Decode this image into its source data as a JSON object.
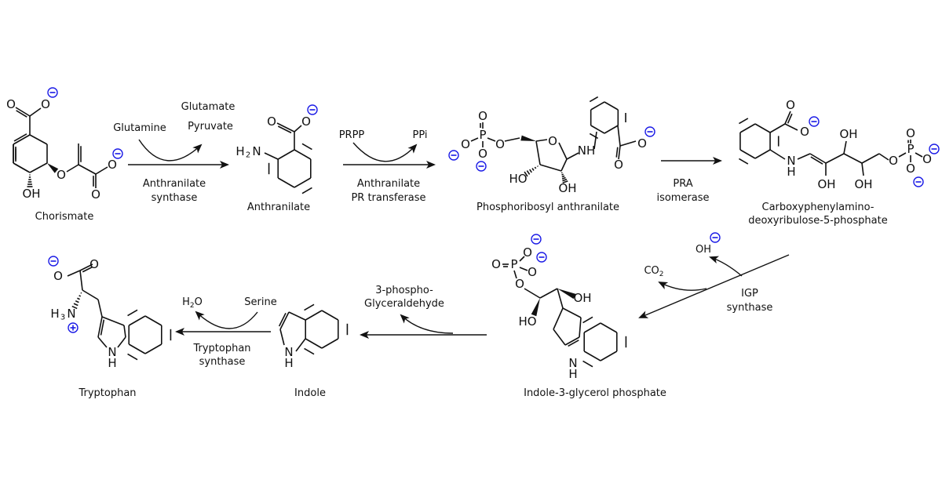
{
  "colors": {
    "charge": "#1a1ae6",
    "ink": "#111111"
  },
  "molecules": {
    "chorismate": {
      "name": "Chorismate",
      "atoms": [
        "O",
        "O",
        "O",
        "O",
        "O",
        "OH"
      ]
    },
    "anthranilate": {
      "name": "Anthranilate",
      "atoms": [
        "O",
        "O",
        "H",
        "2",
        "N"
      ]
    },
    "pra": {
      "name": "Phosphoribosyl anthranilate",
      "atoms": [
        "O",
        "P",
        "O",
        "O",
        "O",
        "O",
        "HO",
        "OH",
        "NH",
        "O",
        "O"
      ]
    },
    "cdrp": {
      "name_line1": "Carboxyphenylamino-",
      "name_line2": "deoxyribulose-5-phosphate",
      "atoms": [
        "O",
        "O",
        "N",
        "H",
        "OH",
        "OH",
        "OH",
        "O",
        "P",
        "O",
        "O",
        "O"
      ]
    },
    "igp": {
      "name": "Indole-3-glycerol phosphate",
      "atoms": [
        "O",
        "P",
        "O",
        "O",
        "O",
        "OH",
        "HO",
        "N",
        "H"
      ]
    },
    "indole": {
      "name": "Indole",
      "atoms": [
        "N",
        "H"
      ]
    },
    "tryptophan": {
      "name": "Tryptophan",
      "atoms": [
        "O",
        "O",
        "H",
        "3",
        "N",
        "N",
        "H"
      ]
    }
  },
  "reactions": [
    {
      "enzyme_line1": "Anthranilate",
      "enzyme_line2": "synthase",
      "in": "Glutamine",
      "out1": "Glutamate",
      "out2": "Pyruvate"
    },
    {
      "enzyme_line1": "Anthranilate",
      "enzyme_line2": "PR transferase",
      "in": "PRPP",
      "out1": "PPi"
    },
    {
      "enzyme_line1": "PRA",
      "enzyme_line2": "isomerase"
    },
    {
      "enzyme_line1": "IGP",
      "enzyme_line2": "synthase",
      "in": "OH",
      "out1": "CO",
      "out1_sub": "2"
    },
    {
      "out1_line1": "3-phospho-",
      "out1_line2": "Glyceraldehyde"
    },
    {
      "enzyme_line1": "Tryptophan",
      "enzyme_line2": "synthase",
      "in": "Serine",
      "out1": "H",
      "out1_sub": "2",
      "out1_tail": "O"
    }
  ]
}
